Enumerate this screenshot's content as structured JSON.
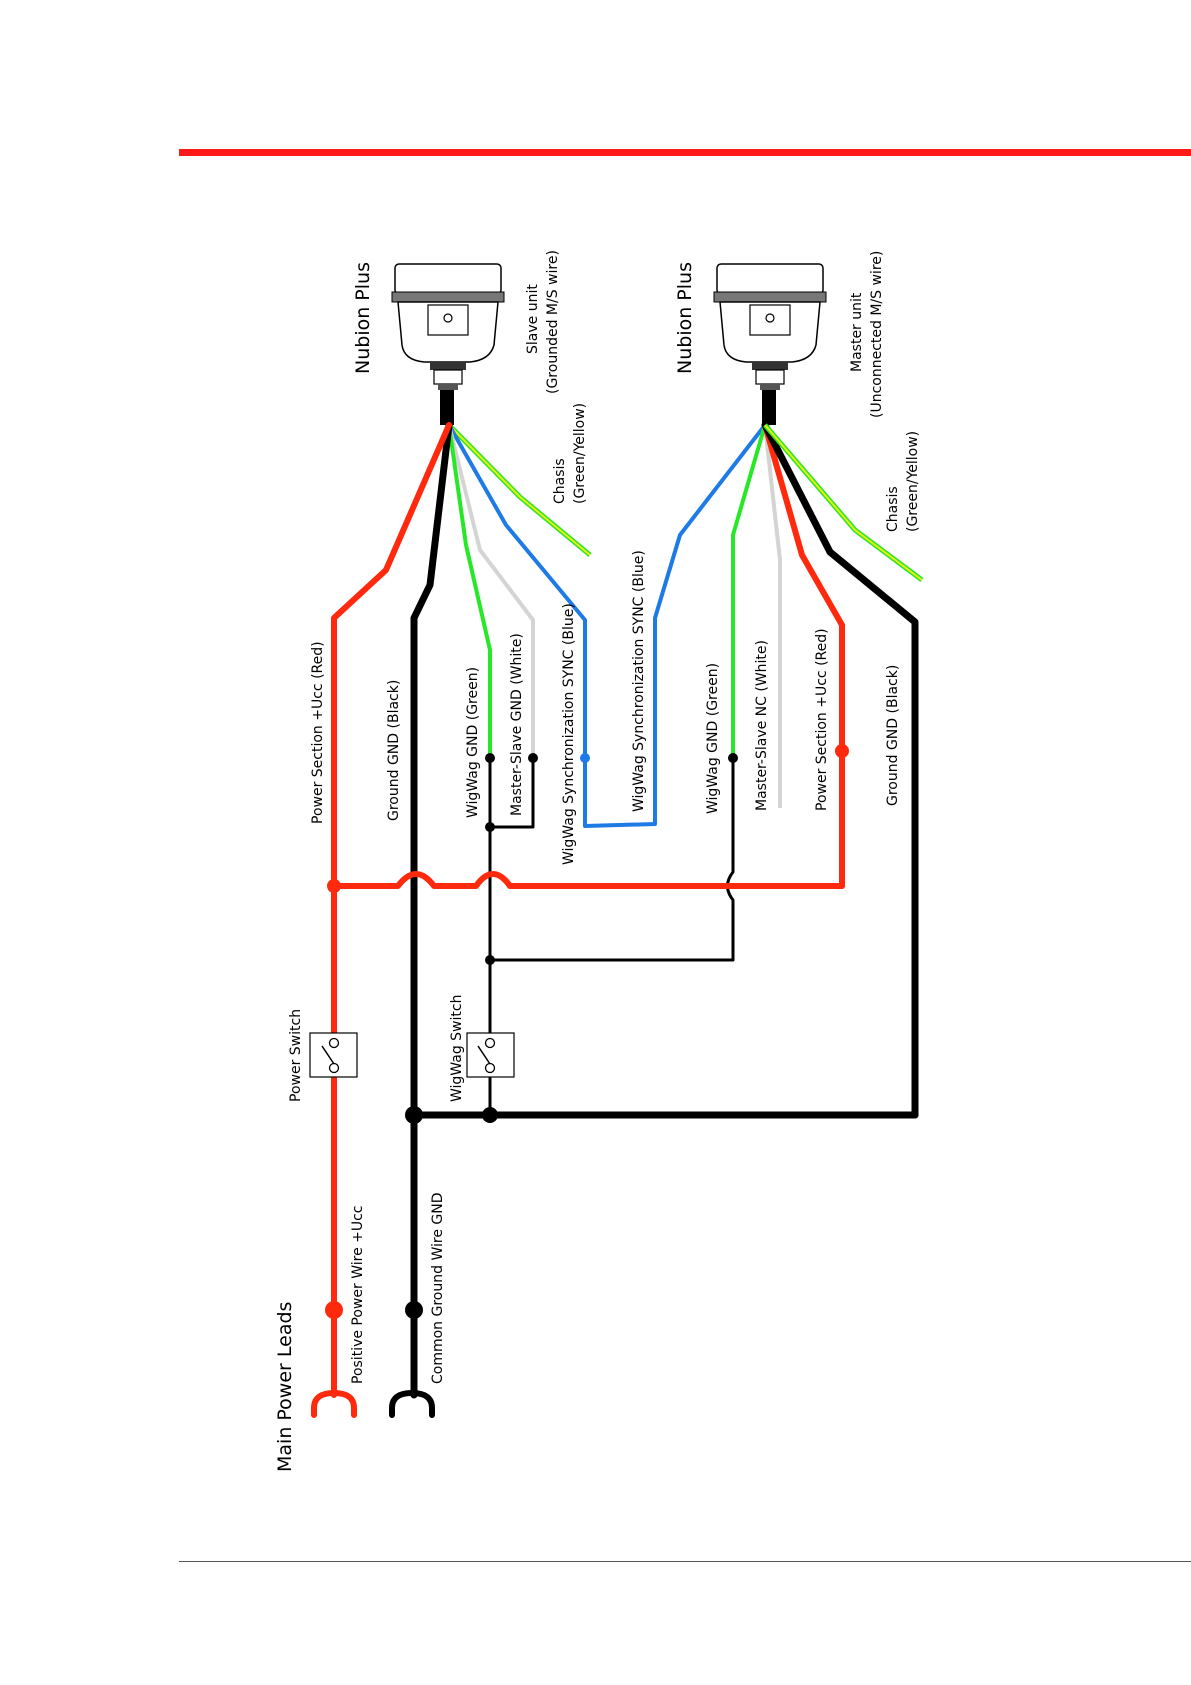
{
  "header": {
    "rule_color": "#ff1a1a"
  },
  "colors": {
    "red": "#ff2a0e",
    "black": "#000000",
    "blue": "#1e7be6",
    "green": "#26e826",
    "white_wire": "#d4d4d4",
    "yellow": "#e8ef15"
  },
  "diagram": {
    "main_power_leads": "Main Power Leads",
    "positive_power_wire": "Positive Power Wire +Ucc",
    "common_ground_wire": "Common Ground Wire GND",
    "power_switch": "Power Switch",
    "wigwag_switch": "WigWag Switch",
    "slave": {
      "title": "Nubion Plus",
      "unit_line1": "Slave unit",
      "unit_line2": "(Grounded M/S wire)",
      "chasis_line1": "Chasis",
      "chasis_line2": "(Green/Yellow)",
      "wire_power": "Power Section +Ucc (Red)",
      "wire_ground": "Ground GND (Black)",
      "wire_wigwag_gnd": "WigWag GND (Green)",
      "wire_ms_gnd": "Master-Slave GND (White)",
      "wire_sync": "WigWag Synchronization SYNC (Blue)"
    },
    "master": {
      "title": "Nubion Plus",
      "unit_line1": "Master unit",
      "unit_line2": "(Unconnected M/S wire)",
      "chasis_line1": "Chasis",
      "chasis_line2": "(Green/Yellow)",
      "wire_sync": "WigWag Synchronization SYNC (Blue)",
      "wire_wigwag_gnd": "WigWag GND (Green)",
      "wire_ms_nc": "Master-Slave NC (White)",
      "wire_power": "Power Section +Ucc (Red)",
      "wire_ground": "Ground GND (Black)"
    }
  }
}
